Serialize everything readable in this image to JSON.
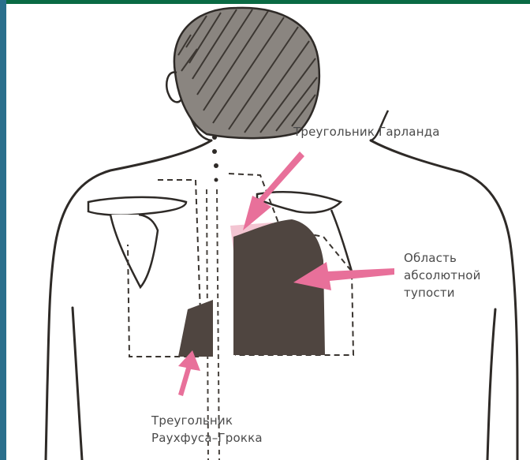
{
  "colors": {
    "frame_green": "#0a6a44",
    "frame_teal": "#2a6f8c",
    "outline": "#2e2a27",
    "hair": "#55504a",
    "dullness_fill": "#4f4540",
    "arrow_pink": "#e8709a",
    "triangle_pink": "#f3c5d2"
  },
  "labels": {
    "hartland": "Треугольник Гарланда",
    "dullness": [
      "Область",
      "абсолютной",
      "тупости"
    ],
    "rauchfuss": [
      "Треугольник",
      "Раухфуса–Грокка"
    ]
  },
  "icons": [
    "hair-hatching",
    "spine-dashed-line",
    "arrow-icon"
  ]
}
